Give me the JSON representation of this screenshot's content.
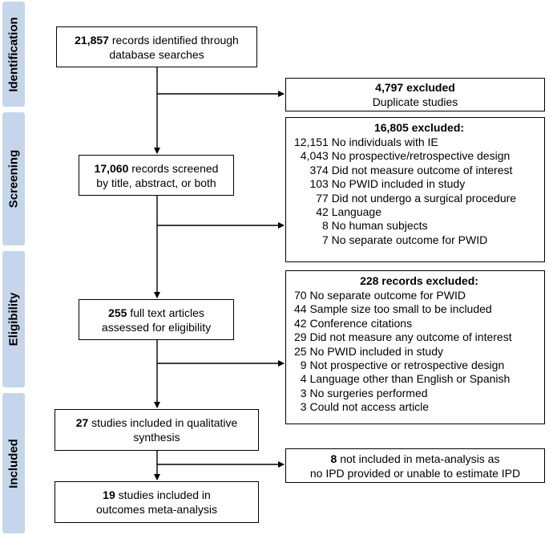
{
  "phases": {
    "identification": "Identification",
    "screening": "Screening",
    "eligibility": "Eligibility",
    "included": "Included"
  },
  "boxes": {
    "identified": {
      "count": "21,857",
      "text": " records identified through",
      "line2": "database searches"
    },
    "duplicates": {
      "count": "4,797",
      "text": " excluded",
      "line2": "Duplicate studies"
    },
    "screened": {
      "count": "17,060",
      "text": " records screened",
      "line2": "by title, abstract, or both"
    },
    "fulltext": {
      "count": "255",
      "text": " full text articles",
      "line2": "assessed for eligibility"
    },
    "qualitative": {
      "count": "27",
      "text": " studies included in qualitative",
      "line2": "synthesis"
    },
    "meta": {
      "count": "19",
      "text": " studies included in",
      "line2": "outcomes meta-analysis"
    },
    "not_meta": {
      "count": "8",
      "text": " not included in meta-analysis as",
      "line2": "no IPD provided or unable to estimate IPD"
    }
  },
  "screening_exclusions": {
    "header": "16,805 excluded:",
    "rows": [
      "12,151 No individuals with IE",
      "  4,043 No prospective/retrospective design",
      "     374 Did not measure outcome of interest",
      "     103 No PWID included in study",
      "       77 Did not undergo a surgical procedure",
      "       42 Language",
      "         8 No human subjects",
      "         7 No separate outcome for PWID"
    ]
  },
  "eligibility_exclusions": {
    "header": "228 records excluded:",
    "rows": [
      "70 No separate outcome for PWID",
      "44 Sample size too small to be included",
      "42 Conference citations",
      "29 Did not measure any outcome of interest",
      "25 No PWID included in study",
      "  9 Not prospective or retrospective design",
      "  4 Language other than English or Spanish",
      "  3 No surgeries performed",
      "  3 Could not access article"
    ]
  }
}
